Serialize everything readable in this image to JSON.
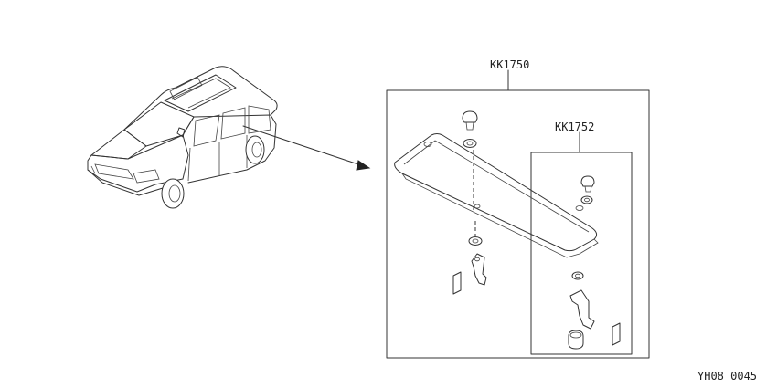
{
  "labels": {
    "assembly_main": "KK1750",
    "assembly_sub": "KK1752",
    "drawing_code": "YH08 0045"
  }
}
